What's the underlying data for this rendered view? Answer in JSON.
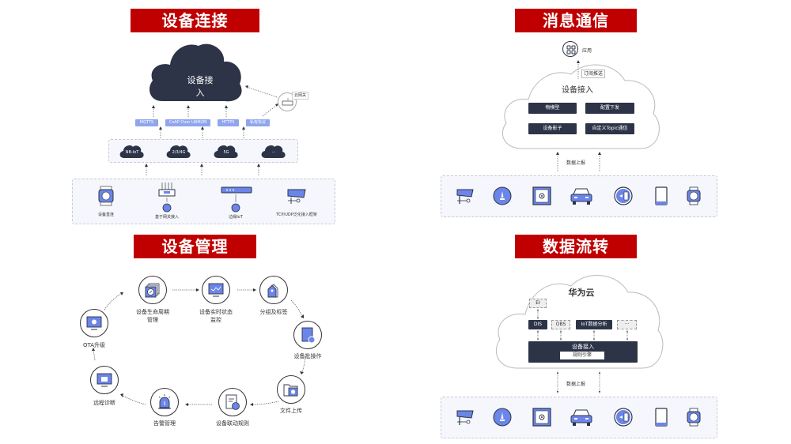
{
  "sections": {
    "connect": {
      "title": "设备连接",
      "cloud_label": "设备接入",
      "gateway_label": "云网关",
      "protocols": [
        "MQTTS",
        "CoAP Over LWM2M",
        "HTTPS",
        "私有协议"
      ],
      "networks": [
        "NB-IoT",
        "2/3/4G",
        "5G",
        "···"
      ],
      "devices": [
        {
          "label": "设备直连",
          "icon": "watch-icon"
        },
        {
          "label": "基于网关接入",
          "icon": "gateway-router-icon"
        },
        {
          "label": "边缘IoT",
          "icon": "edge-server-icon"
        },
        {
          "label": "TCP/UDP泛化接入框架",
          "icon": "camera-icon"
        }
      ]
    },
    "messaging": {
      "title": "消息通信",
      "app_label": "应用",
      "subscribe_label": "订阅推送",
      "cloud_label": "设备接入",
      "boxes": [
        "物模型",
        "配置下发",
        "设备影子",
        "自定义Topic通信"
      ],
      "report_label": "数据上报",
      "devices": [
        "camera-icon",
        "compass-icon",
        "safe-icon",
        "car-icon",
        "smart-lock-icon",
        "tablet-icon",
        "watch-icon"
      ]
    },
    "management": {
      "title": "设备管理",
      "nodes": [
        {
          "label": "设备生命周期\n管理",
          "line1": "设备生命周期",
          "line2": "管理",
          "icon": "lifecycle-icon"
        },
        {
          "label": "设备实时状态监控",
          "line1": "设备实时状态",
          "line2": "监控",
          "icon": "monitor-icon"
        },
        {
          "label": "分组及标签",
          "line1": "分组及标签",
          "line2": "",
          "icon": "tag-icon"
        },
        {
          "label": "设备批操作",
          "line1": "设备批操作",
          "line2": "",
          "icon": "batch-icon"
        },
        {
          "label": "文件上传",
          "line1": "文件上传",
          "line2": "",
          "icon": "folder-upload-icon"
        },
        {
          "label": "设备联动规则",
          "line1": "设备联动规则",
          "line2": "",
          "icon": "rule-icon"
        },
        {
          "label": "告警管理",
          "line1": "告警管理",
          "line2": "",
          "icon": "alarm-icon"
        },
        {
          "label": "远程诊断",
          "line1": "远程诊断",
          "line2": "",
          "icon": "diagnosis-icon"
        },
        {
          "label": "OTA升级",
          "line1": "OTA升级",
          "line2": "",
          "icon": "ota-icon"
        }
      ]
    },
    "dataflow": {
      "title": "数据流转",
      "cloud_label": "华为云",
      "ei_label": "EI",
      "services": [
        "DIS",
        "OBS",
        "IoT数据分析",
        "···"
      ],
      "access_label": "设备接入",
      "rule_engine_label": "规则引擎",
      "report_label": "数据上报",
      "devices": [
        "camera-icon",
        "compass-icon",
        "safe-icon",
        "car-icon",
        "smart-lock-icon",
        "tablet-icon",
        "watch-icon"
      ]
    }
  },
  "colors": {
    "banner": "#c00000",
    "dark": "#2d3447",
    "accent": "#8fa5ee",
    "icon_fill": "#6b85e8",
    "panel_bg": "#f5f7fd"
  }
}
